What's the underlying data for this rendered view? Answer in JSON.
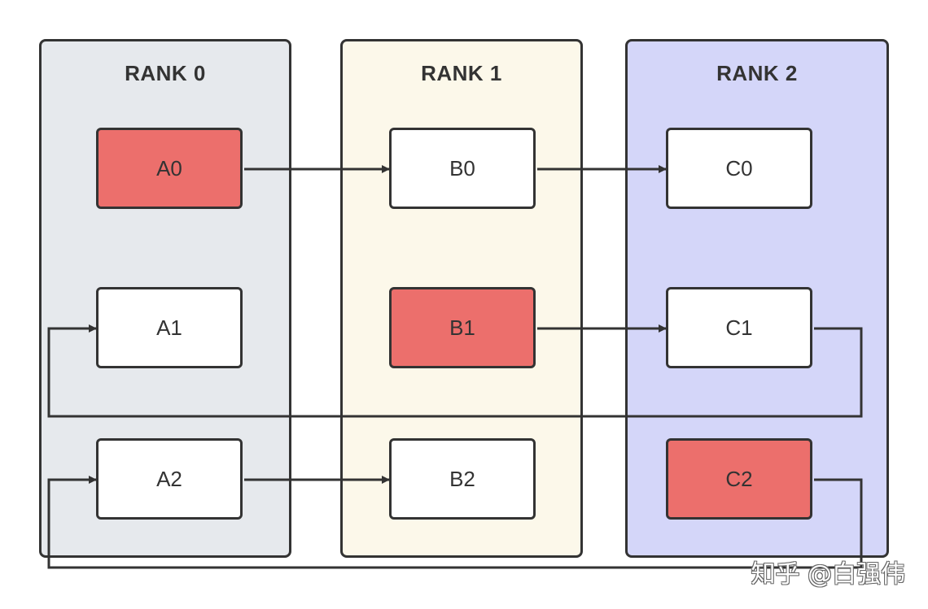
{
  "colors": {
    "rank0_bg": "#e6e9ed",
    "rank1_bg": "#fcf8ea",
    "rank2_bg": "#d4d6f9",
    "highlight": "#ec6f6c",
    "block_default": "#ffffff",
    "stroke": "#333333"
  },
  "ranks": [
    {
      "title": "RANK 0"
    },
    {
      "title": "RANK 1"
    },
    {
      "title": "RANK 2"
    }
  ],
  "blocks": {
    "a0": {
      "label": "A0",
      "highlighted": true
    },
    "a1": {
      "label": "A1",
      "highlighted": false
    },
    "a2": {
      "label": "A2",
      "highlighted": false
    },
    "b0": {
      "label": "B0",
      "highlighted": false
    },
    "b1": {
      "label": "B1",
      "highlighted": true
    },
    "b2": {
      "label": "B2",
      "highlighted": false
    },
    "c0": {
      "label": "C0",
      "highlighted": false
    },
    "c1": {
      "label": "C1",
      "highlighted": false
    },
    "c2": {
      "label": "C2",
      "highlighted": true
    }
  },
  "edges": [
    {
      "from": "A0",
      "to": "B0"
    },
    {
      "from": "B0",
      "to": "C0"
    },
    {
      "from": "B1",
      "to": "C1"
    },
    {
      "from": "C1",
      "to": "A1"
    },
    {
      "from": "A2",
      "to": "B2"
    },
    {
      "from": "C2",
      "to": "A2"
    }
  ],
  "watermark": "知乎 @白强伟"
}
